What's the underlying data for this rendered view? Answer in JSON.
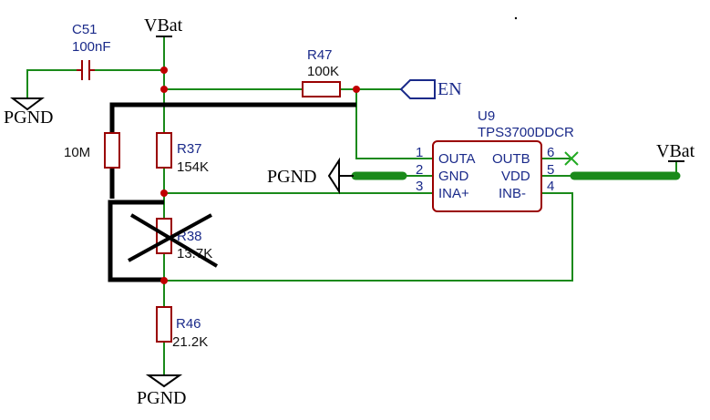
{
  "nets": {
    "vbat_top": "VBat",
    "vbat_right": "VBat",
    "pgnd_left": "PGND",
    "pgnd_mid": "PGND",
    "pgnd_bottom": "PGND",
    "en": "EN"
  },
  "components": {
    "c51": {
      "ref": "C51",
      "value": "100nF"
    },
    "r47": {
      "ref": "R47",
      "value": "100K"
    },
    "r_10m": {
      "value": "10M"
    },
    "r37": {
      "ref": "R37",
      "value": "154K"
    },
    "r38": {
      "ref": "R38",
      "value": "13.7K"
    },
    "r46": {
      "ref": "R46",
      "value": "21.2K"
    },
    "u9": {
      "ref": "U9",
      "part": "TPS3700DDCR",
      "pins_left": [
        {
          "num": "1",
          "name": "OUTA"
        },
        {
          "num": "2",
          "name": "GND"
        },
        {
          "num": "3",
          "name": "INA+"
        }
      ],
      "pins_right": [
        {
          "num": "6",
          "name": "OUTB"
        },
        {
          "num": "5",
          "name": "VDD"
        },
        {
          "num": "4",
          "name": "INB-"
        }
      ]
    }
  },
  "colors": {
    "wire": "#1a8a1a",
    "component": "#9a0000",
    "junction": "#c00000",
    "reference_text": "#1a2a8a",
    "rework": "#000000"
  }
}
